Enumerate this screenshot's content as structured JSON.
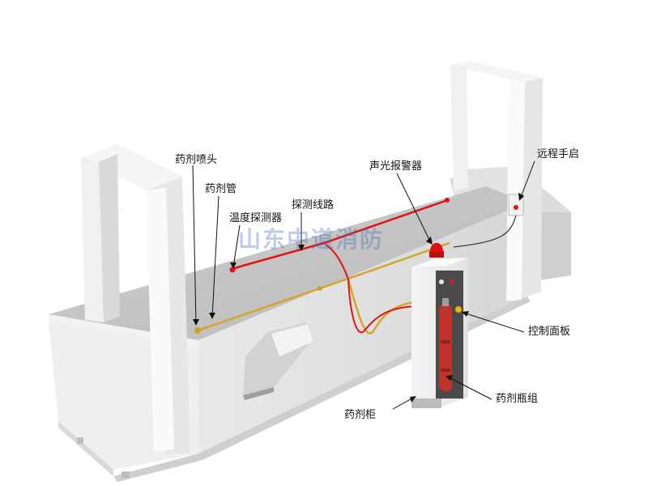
{
  "labels": {
    "nozzle": "药剂喷头",
    "agent_pipe": "药剂管",
    "temp_detector": "温度探测器",
    "detection_line": "探测线路",
    "alarm": "声光报警器",
    "remote_manual": "远程手启",
    "control_panel": "控制面板",
    "cylinder_set": "药剂瓶组",
    "agent_cabinet": "药剂柜"
  },
  "watermark": "山东中道消防",
  "colors": {
    "detection_line": "#e01414",
    "agent_pipe": "#d4a52a",
    "alarm": "#e01010",
    "cylinder": "#c0332b",
    "machine": "#e8e8e8"
  }
}
